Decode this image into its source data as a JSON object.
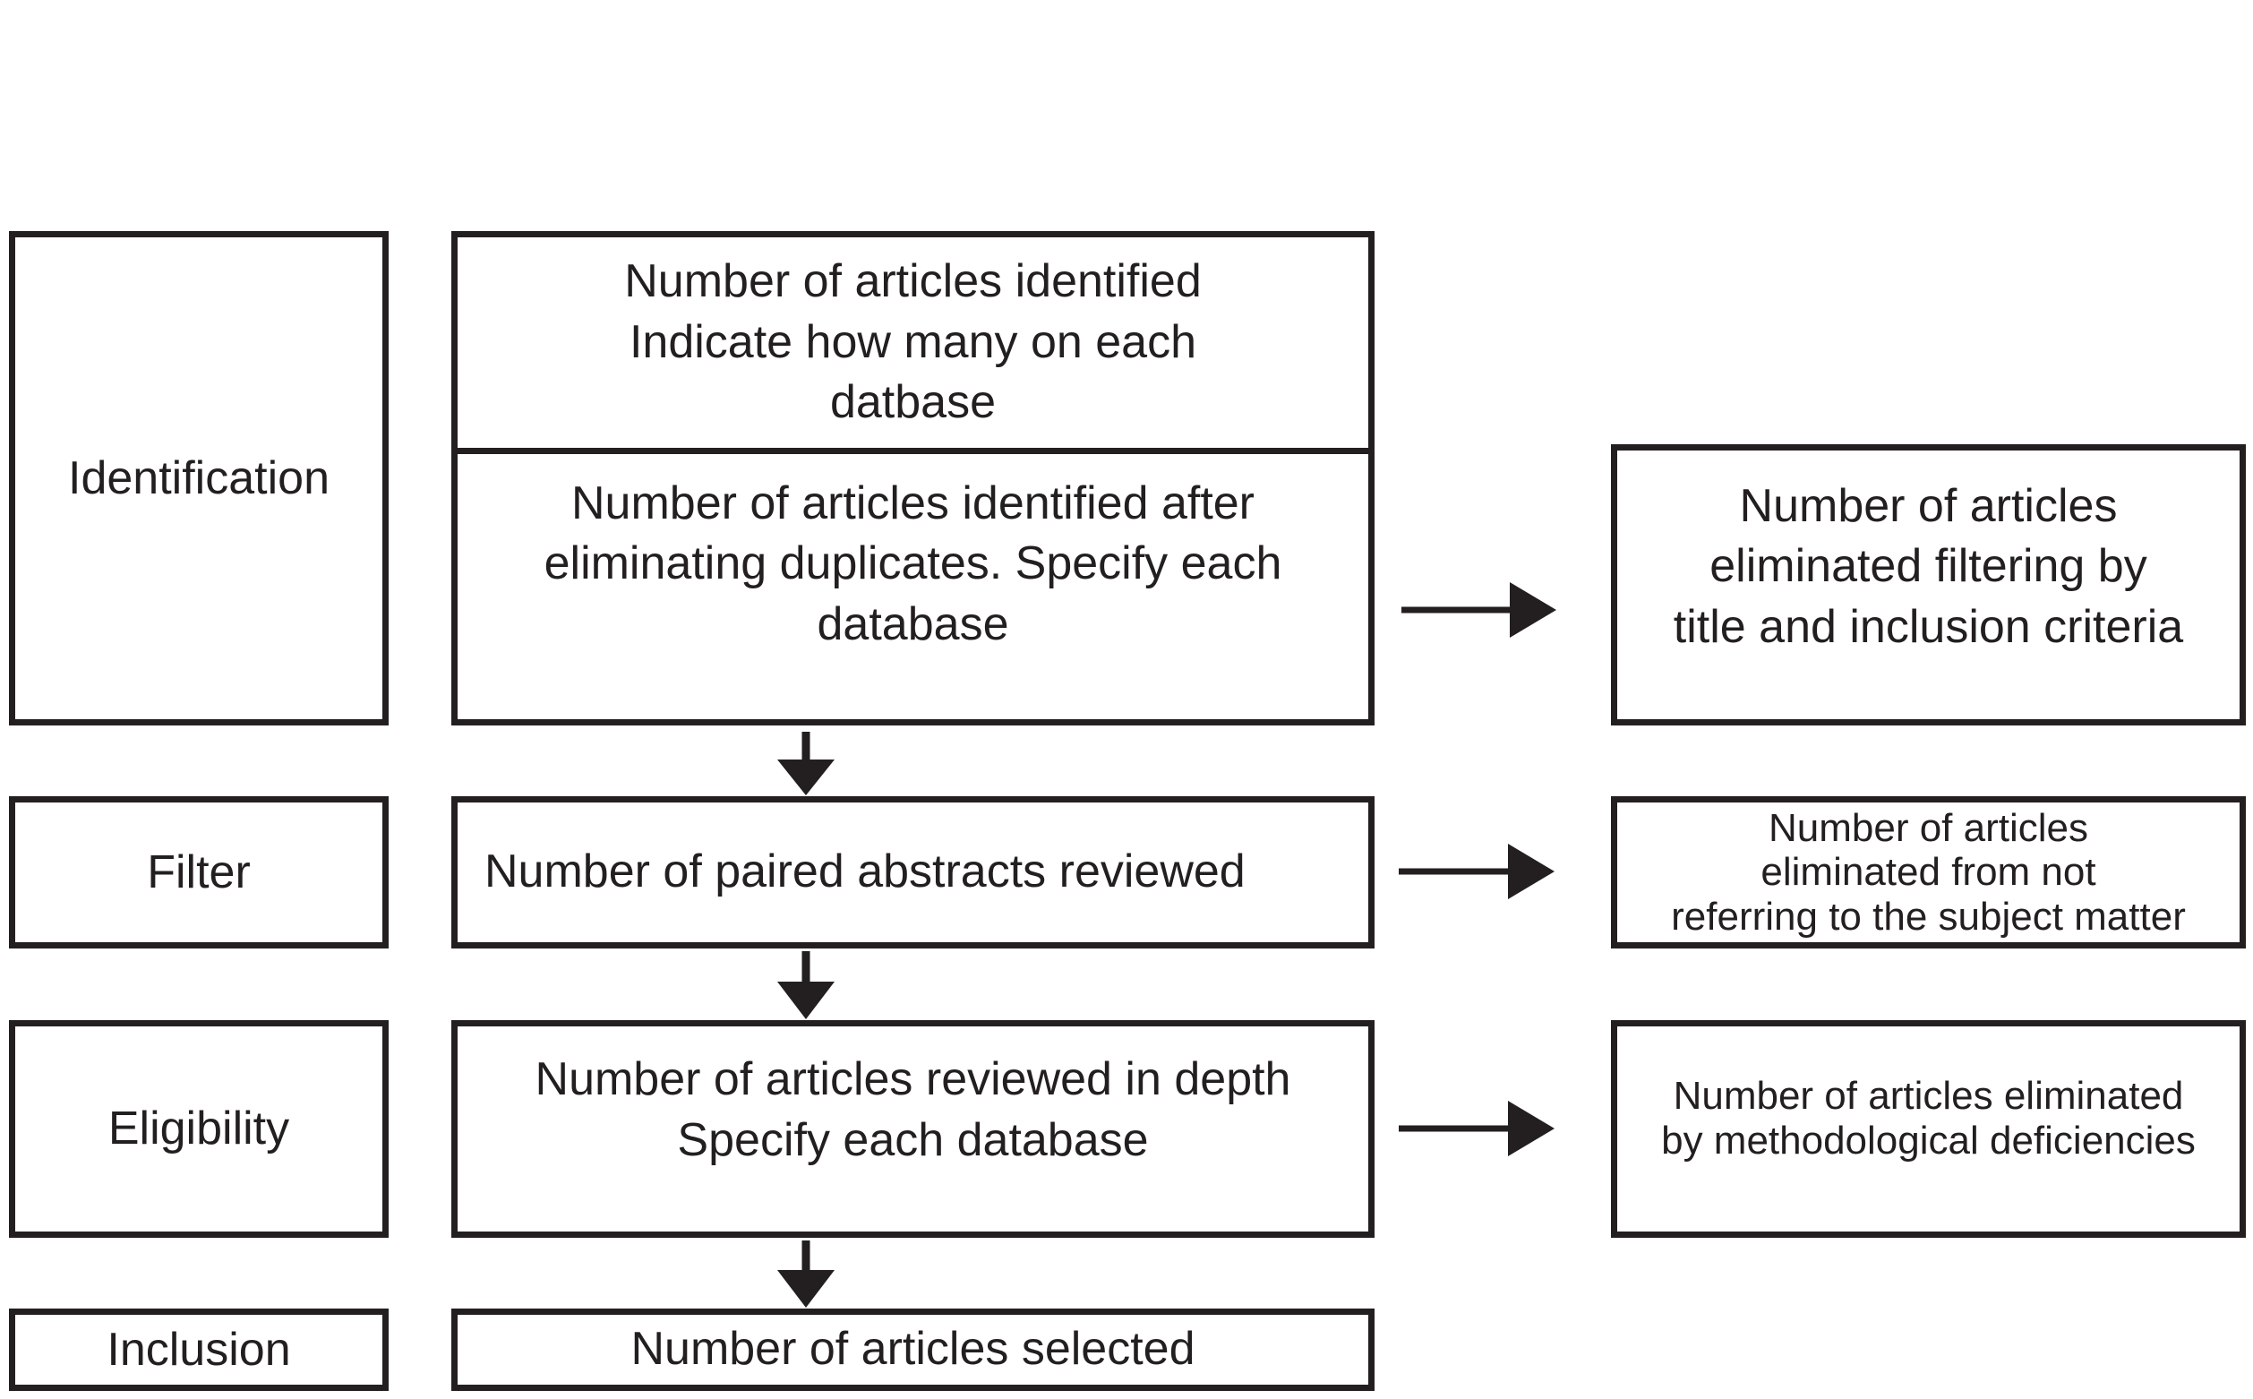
{
  "stages": {
    "identification": "Identification",
    "filter": "Filter",
    "eligibility": "Eligibility",
    "inclusion": "Inclusion"
  },
  "main": {
    "identified": "Number of articles identified\nIndicate how many on each\ndatbase",
    "deduplicated": "Number of articles identified after\neliminating duplicates. Specify each\ndatabase",
    "abstracts": "Number of paired abstracts reviewed",
    "in_depth": "Number of articles reviewed in depth\nSpecify each database",
    "selected": "Number of articles selected"
  },
  "excluded": {
    "by_title": "Number of articles\neliminated filtering by\ntitle and inclusion criteria",
    "by_subject": "Number of articles\neliminated from not\nreferring to the subject matter",
    "by_method": "Number of articles eliminated\nby methodological deficiencies"
  }
}
